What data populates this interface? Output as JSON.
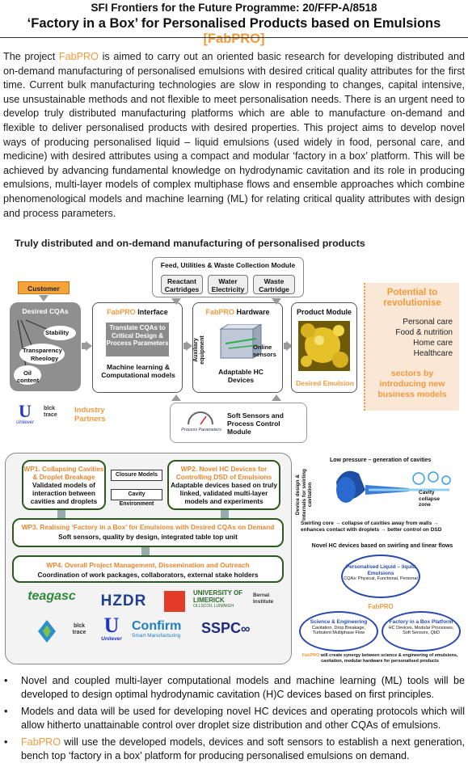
{
  "header": {
    "line1": "SFI Frontiers for the Future Programme: 20/FFP-A/8518",
    "line2_prefix": "‘Factory in a Box’ for Personalised Products based on Emulsions ",
    "line2_brand": "[FabPRO]"
  },
  "intro": {
    "p_start": "The project ",
    "brand": "FabPRO",
    "p_rest": " is aimed to carry out an oriented basic research for developing distributed and on-demand manufacturing of personalised emulsions with desired critical quality attributes for the first time. Current bulk manufacturing technologies are slow in responding to changes, capital intensive, use unsustainable methods and not flexible to meet personalisation needs. There is an urgent need to develop truly distributed manufacturing platforms which are able to manufacture on-demand and flexible to deliver personalised products with desired properties. This project aims to develop novel ways of producing personalised liquid – liquid emulsions (used widely in food, personal care, and medicine) with desired attributes using a compact and modular ‘factory in a box’ platform. This will be achieved by advancing fundamental knowledge on hydrodynamic cavitation and its role in producing emulsions, multi-layer models of complex multiphase flows and ensemble approaches which combine phenomenological models and machine learning (ML) for relating critical quality attributes with design and process parameters."
  },
  "fig1": {
    "title": "Truly distributed and on-demand manufacturing of personalised products",
    "feed_module": "Feed, Utilities & Waste Collection Module",
    "reactant": "Reactant Cartridges",
    "water": "Water Electricity",
    "waste": "Waste Cartridge",
    "customer": "Customer",
    "desired_cqas": "Desired CQAs",
    "stability": "Stability",
    "transparency": "Transparency",
    "rheology": "Rheology",
    "oil_content": "Oil content",
    "interface_brand": "FabPRO",
    "interface_word": " Interface",
    "translate": "Translate CQAs to Critical Design & Process Parameters",
    "ml_models": "Machine learning & Computational models",
    "hardware_brand": "FabPRO",
    "hardware_word": " Hardware",
    "aux": "Auxiliary equipment",
    "online_sensors": "Online sensors",
    "adaptable_hc": "Adaptable HC Devices",
    "product_module": "Product Module",
    "desired_emulsion": "Desired Emulsion",
    "potential": "Potential to revolutionise",
    "sectors_list": [
      "Personal care",
      "Food & nutrition",
      "Home care",
      "Healthcare"
    ],
    "sectors_tag": "sectors by introducing new business models",
    "soft_sensors": "Soft Sensors and Process Control Module",
    "process_params": "Process Parameters",
    "industry_partners": "Industry Partners",
    "unilever": "Unilever",
    "blocktrace": "blck trace"
  },
  "fig2": {
    "wp1_title": "WP1. Collapsing Cavities & Droplet Breakage",
    "wp1_body": "Validated models of interaction between cavities and droplets",
    "wp2_title": "WP2. Novel HC Devices for Controlling DSD of Emulsions",
    "wp2_body": "Adaptable devices based on truly linked, validated multi-layer models and experiments",
    "closure": "Closure Models",
    "cavity_env": "Cavity Environment",
    "wp3_title": "WP3. Realising ‘Factory in a Box’ for Emulsions with Desired CQAs on Demand",
    "wp3_body": "Soft sensors, quality by design, integrated table top unit",
    "wp4_title": "WP4. Overall Project Management, Dissemination and Outreach",
    "wp4_body": "Coordination of work packages, collaborators, external stake holders",
    "logos": {
      "teagasc": "teagasc",
      "hzdr": "HZDR",
      "limerick": "UNIVERSITY OF LIMERICK",
      "limerick_sub": "OLLSCOIL LUIMNIGH",
      "bernal": "Bernal Institute",
      "blocktrace": "blck trace",
      "unilever": "Unilever",
      "confirm": "Confirm",
      "confirm_sub": "Smart Manufacturing",
      "sspc": "SSPC"
    }
  },
  "fig3": {
    "low_pressure": "Low pressure – generation of cavities",
    "device_label": "Device design & internals for swirling cavitation",
    "collapse": "Cavity collapse zone",
    "swirl_note": "Swirling core → collapse of cavities away from walls → enhances contact with droplets → better control on DSD",
    "novel_hc": "Novel HC devices based on swirling and linear flows",
    "personalised_title": "Personalised Liquid – liquid Emulsions",
    "personalised_sub": "CQAs: Physical, Functional, Personal",
    "center": "FabPRO",
    "science_title": "Science & Engineering",
    "science_sub": "Cavitation, Drop Breakage, Turbulent Multiphase Flow",
    "factory_title": "Factory in a Box Platform",
    "factory_sub": "HC Devices, Modular Processes, Soft Sensors, QbD",
    "synergy_brand": "FabPRO",
    "synergy_rest": " will create synergy between science & engineering of emulsions, cavitation, modular hardware for personalised products"
  },
  "bullets": [
    {
      "brand": "",
      "text": "Novel and coupled multi-layer computational models and machine learning (ML) tools will be developed to design optimal hydrodynamic cavitation (H)C devices based on first principles."
    },
    {
      "brand": "",
      "text": "Models and data will be used for developing novel HC devices and operating protocols which will allow hitherto unattainable control over droplet size distribution and other CQAs of emulsions."
    },
    {
      "brand": "FabPRO",
      "text": " will use the developed models, devices and soft sensors to establish a next generation, bench top ‘factory in a box’ platform for producing personalised emulsions on demand."
    }
  ],
  "colors": {
    "brand": "#f39a3d",
    "wp_border": "#2c5a1e",
    "customer": "#f3a33a"
  }
}
